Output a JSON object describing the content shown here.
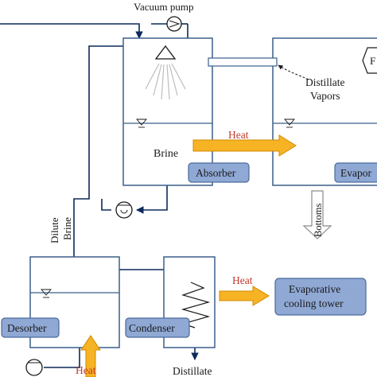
{
  "labels": {
    "vacuum_pump": "Vacuum pump",
    "distillate_vapors_line1": "Distillate",
    "distillate_vapors_line2": "Vapors",
    "brine": "Brine",
    "heat_absorber": "Heat",
    "absorber": "Absorber",
    "evaporator": "Evapor",
    "bottoms": "Bottoms",
    "dilute_brine_line1": "Dilute",
    "dilute_brine_line2": "Brine",
    "heat_condenser": "Heat",
    "cooling_tower_line1": "Evaporative",
    "cooling_tower_line2": "cooling tower",
    "desorber": "Desorber",
    "condenser": "Condenser",
    "heat_desorber": "Heat",
    "distillate": "Distillate",
    "feed": "F"
  },
  "colors": {
    "line": "#0d2a5a",
    "vessel": "#3a5f8a",
    "label_box_fill": "#8fa8d4",
    "label_box_stroke": "#4a6b9c",
    "heat_arrow_fill": "#f6b324",
    "heat_arrow_stroke": "#d18a00",
    "heat_text": "#c0392b",
    "gray_arrow": "#b8b8b8"
  }
}
